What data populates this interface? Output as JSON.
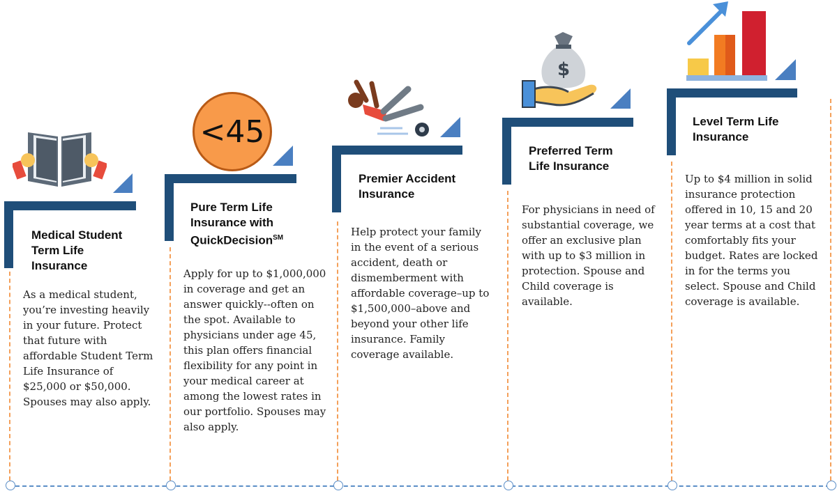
{
  "steps": [
    {
      "title": "Medical Student\nTerm Life\nInsurance",
      "body": "As a medical student, you’re investing heavily in your future. Protect that future with affordable Student Term Life Insurance of $25,000 or $50,000. Spouses may also apply.",
      "icon": "open-book-icon"
    },
    {
      "title": "Pure Term Life\nInsurance with\nQuickDecision",
      "title_sup": "SM",
      "badge": "<45",
      "body": "Apply for up to $1,000,000 in coverage and get an answer quickly--often on the spot. Available to physicians under age 45, this plan offers financial flexibility for any point in your medical career at among the lowest rates in our portfolio. Spouses may also apply.",
      "icon": "age-badge-icon"
    },
    {
      "title": "Premier Accident\nInsurance",
      "body": "Help protect your family in the event of a serious accident, death or dismemberment with affordable coverage–up to $1,500,000–above and beyond your other life insurance. Family coverage available.",
      "icon": "falling-person-icon"
    },
    {
      "title": "Preferred Term\nLife Insurance",
      "body": "For physicians in need of substantial coverage, we offer an exclusive plan with up to $3 million in protection. Spouse and Child coverage is available.",
      "icon": "money-bag-hand-icon"
    },
    {
      "title": "Level Term Life\nInsurance",
      "body": "Up to $4 million in solid insurance protection offered in 10, 15 and 20 year terms at a cost that comfortably fits your budget. Rates are locked in for the terms you select. Spouse and Child coverage is available.",
      "icon": "bar-chart-growth-icon"
    }
  ],
  "colors": {
    "bracket": "#1f4e79",
    "triangle": "#4a7fc1",
    "dashed_vertical": "#f4a05a",
    "timeline": "#5b8ec7"
  }
}
